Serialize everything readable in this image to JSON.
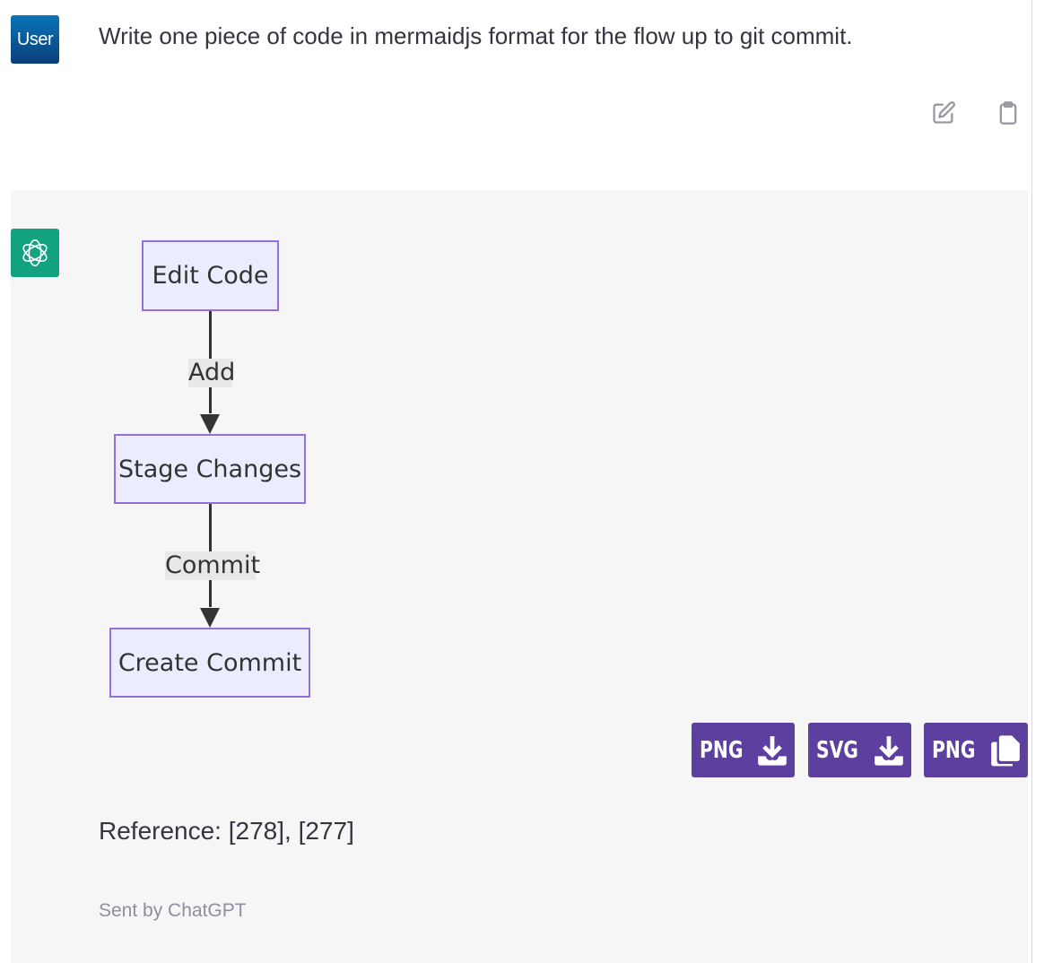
{
  "user_message": {
    "avatar_label": "User",
    "text": "Write one piece of code in mermaidjs format for the flow up to git commit.",
    "actions": [
      {
        "name": "edit-icon"
      },
      {
        "name": "clipboard-icon"
      }
    ]
  },
  "assistant_message": {
    "avatar_icon": "openai-logo-icon",
    "diagram": {
      "type": "flowchart TD",
      "nodes": [
        "Edit Code",
        "Stage Changes",
        "Create Commit"
      ],
      "edges": [
        {
          "from": "Edit Code",
          "to": "Stage Changes",
          "label": "Add"
        },
        {
          "from": "Stage Changes",
          "to": "Create Commit",
          "label": "Commit"
        }
      ]
    },
    "export_buttons": [
      {
        "label": "PNG",
        "icon": "download-icon"
      },
      {
        "label": "SVG",
        "icon": "download-icon"
      },
      {
        "label": "PNG",
        "icon": "copy-icon"
      }
    ],
    "reference": "Reference: [278], [277]",
    "sent_by": "Sent by ChatGPT"
  },
  "colors": {
    "user_avatar": "#0b5a9c",
    "assistant_avatar": "#12a27f",
    "node_fill": "#ececff",
    "node_border": "#9370db",
    "export_button": "#5c3f9e",
    "assistant_background": "#f6f6f6"
  }
}
